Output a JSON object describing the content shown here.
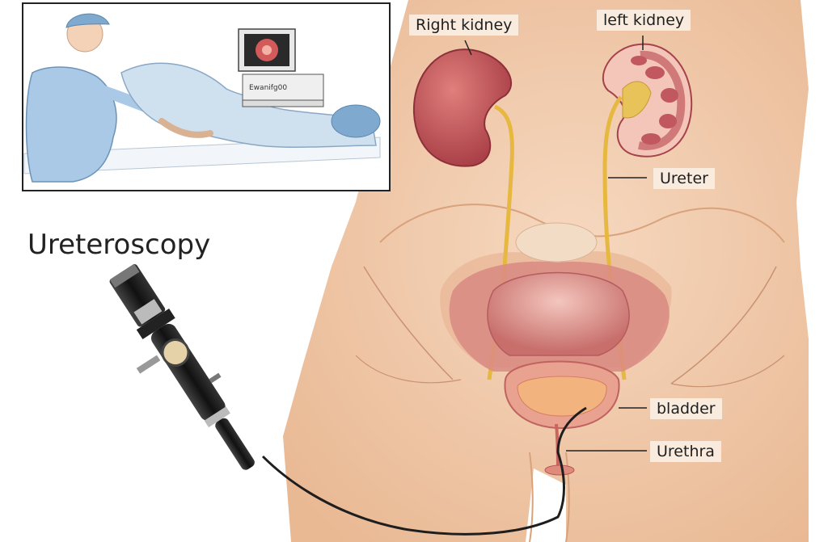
{
  "title": "Ureteroscopy",
  "labels": {
    "right_kidney": "Right kidney",
    "left_kidney": "left kidney",
    "ureter": "Ureter",
    "bladder": "bladder",
    "urethra": "Urethra"
  },
  "inset": {
    "monitor_text": "Ewanifg00"
  },
  "colors": {
    "skin": "#f1c9a9",
    "kidney": "#c9585a",
    "ureter": "#e6b840",
    "bladder": "#d98a82",
    "scrubs": "#a9c9e6",
    "scope": "#1e1e1e"
  }
}
